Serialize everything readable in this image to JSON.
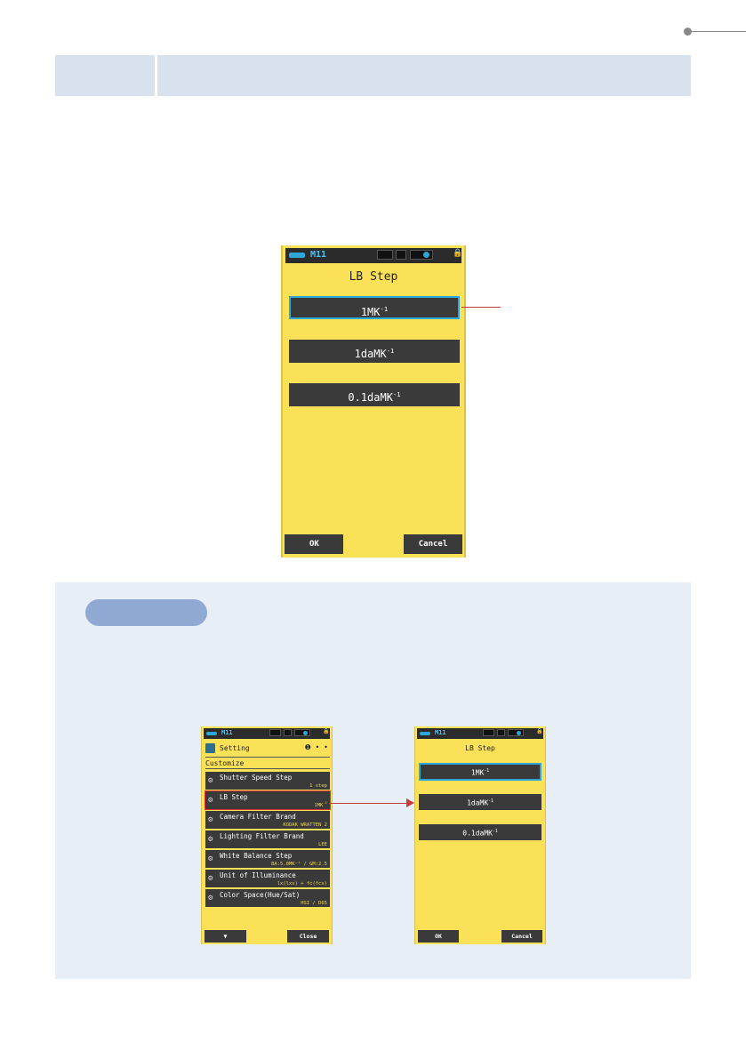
{
  "colors": {
    "header_bar": "#d7e2ee",
    "screen_bg": "#fbe157",
    "button_bg": "#3a3a3a",
    "selection_outline": "#2ea6d8",
    "callout_line": "#c43c3c",
    "info_panel": "#e8eef6",
    "pill": "#8fa9d3"
  },
  "main_screen": {
    "status": {
      "mode": "M11"
    },
    "title": "LB Step",
    "options": [
      {
        "base": "1MK",
        "exp": "-1",
        "selected": true
      },
      {
        "base": "1daMK",
        "exp": "-1",
        "selected": false
      },
      {
        "base": "0.1daMK",
        "exp": "-1",
        "selected": false
      }
    ],
    "ok_label": "OK",
    "cancel_label": "Cancel"
  },
  "setting_screen": {
    "status": {
      "mode": "M11"
    },
    "header": "Setting",
    "page_indicator": "❶ • •",
    "section": "Customize",
    "rows": [
      {
        "label": "Shutter Speed Step",
        "value": "1 step",
        "icon": "gear-icon"
      },
      {
        "label": "LB Step",
        "value_base": "1MK",
        "value_exp": "-1",
        "icon": "gear-icon",
        "selected": true
      },
      {
        "label": "Camera Filter Brand",
        "value": "KODAK WRATTEN 2",
        "icon": "gear-icon"
      },
      {
        "label": "Lighting Filter Brand",
        "value": "LEE",
        "icon": "gear-icon"
      },
      {
        "label": "White Balance Step",
        "value": "BA:5.0MK⁻¹ / GM:2.5",
        "icon": "gear-icon"
      },
      {
        "label": "Unit of Illuminance",
        "value": "lx(lxs) + fc(fcs)",
        "icon": "gear-icon"
      },
      {
        "label": "Color Space(Hue/Sat)",
        "value": "HSI / D65",
        "icon": "gear-icon"
      }
    ],
    "down_label": "▼",
    "close_label": "Close"
  },
  "small_lb_screen": {
    "status": {
      "mode": "M11"
    },
    "title": "LB Step",
    "options": [
      {
        "base": "1MK",
        "exp": "-1",
        "selected": true
      },
      {
        "base": "1daMK",
        "exp": "-1",
        "selected": false
      },
      {
        "base": "0.1daMK",
        "exp": "-1",
        "selected": false
      }
    ],
    "ok_label": "OK",
    "cancel_label": "Cancel"
  }
}
